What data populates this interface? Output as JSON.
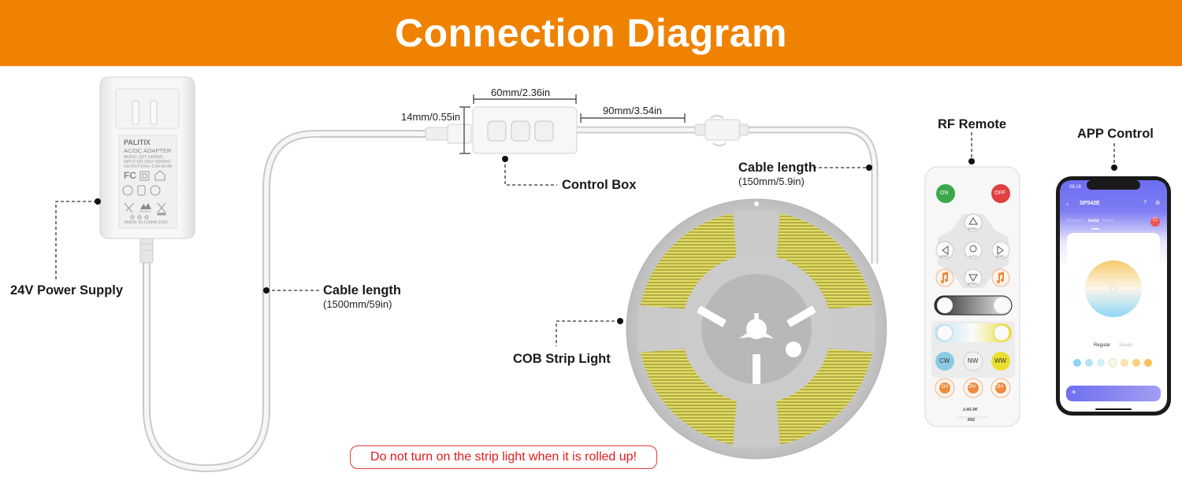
{
  "header": {
    "title": "Connection Diagram",
    "bg_color": "#ef8200"
  },
  "labels": {
    "power_supply": "24V Power Supply",
    "cable_long": {
      "title": "Cable length",
      "value": "(1500mm/59in)"
    },
    "control_box": "Control Box",
    "cable_short": {
      "title": "Cable length",
      "value": "(150mm/5.9in)"
    },
    "strip": "COB Strip Light",
    "rf_remote": "RF Remote",
    "app_control": "APP Control"
  },
  "dimensions": {
    "box_width": "60mm/2.36in",
    "box_height": "14mm/0.55in",
    "lead_length": "90mm/3.54in"
  },
  "adapter": {
    "brand": "PALITIX",
    "type": "AC/DC ADAPTER",
    "model": "MODEL:QZT-2403000",
    "input": "INPUT:100-240V~50/60HZ",
    "output": "OUTPUT:24V⎓ 3.5A 84.0W",
    "altitude": "≤5000m",
    "origin": "MADE IN CHINA 2302",
    "cert": "FC"
  },
  "remote": {
    "on": "ON",
    "off": "OFF",
    "speed_up": "SPEED",
    "mode_left": "MODE",
    "auto": "AUTO",
    "mode_right": "MODE",
    "speed_down": "SPEED",
    "cw": "CW",
    "nw": "NW",
    "ww": "WW",
    "timers": [
      "1H",
      "2H",
      "3H"
    ],
    "footer_line1": "2.4G RF",
    "footer_line2": "R02",
    "on_color": "#3aa84b",
    "off_color": "#e04040",
    "timer_color": "#ef8a3c"
  },
  "phone": {
    "time": "09:16",
    "device": "SP542E",
    "tabs": [
      "Dynamic",
      "Solid",
      "Music"
    ],
    "active_tab": "Solid",
    "sub_tabs": [
      "Regular",
      "Saved"
    ],
    "swatches": [
      "#8fd3f6",
      "#b6e2f6",
      "#d6eef6",
      "#f9f7ea",
      "#fbe4b3",
      "#f9d07d",
      "#f7c15a"
    ],
    "accent": "#6b6cf0"
  },
  "warning": {
    "text": "Do not turn on the strip light when it is rolled up!",
    "color": "#e21b1b"
  }
}
